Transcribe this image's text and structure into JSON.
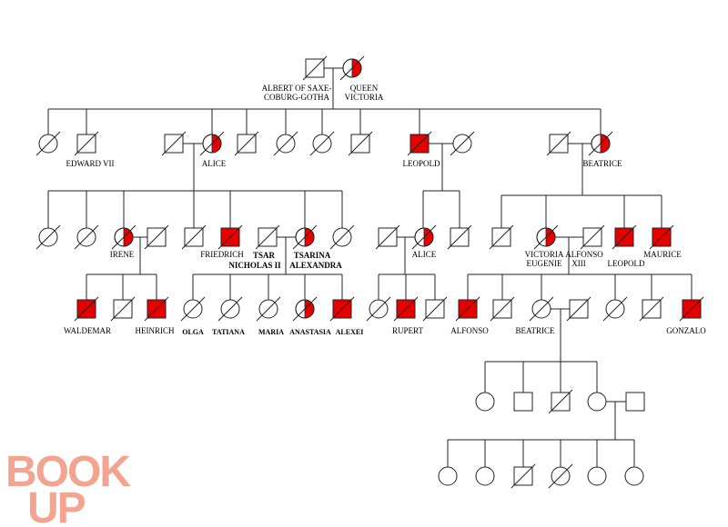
{
  "colors": {
    "affected": "#e60000",
    "line": "#222222",
    "logo": "#f3a08c"
  },
  "labels": {
    "albert": [
      "ALBERT OF SAXE-",
      "COBURG-GOTHA"
    ],
    "victoria": [
      "QUEEN",
      "VICTORIA"
    ],
    "edward": "EDWARD VII",
    "alice1": "ALICE",
    "leopold1": "LEOPOLD",
    "beatrice1": "BEATRICE",
    "irene": "IRENE",
    "friedrich": "FRIEDRICH",
    "tsar": [
      "TSAR",
      "NICHOLAS II"
    ],
    "tsarina": [
      "TSARINA",
      "ALEXANDRA"
    ],
    "alice2": "ALICE",
    "victoriaEugenie": [
      "VICTORIA",
      "EUGENIE"
    ],
    "alfonsoXIII": [
      "ALFONSO",
      "XIII"
    ],
    "leopold2": "LEOPOLD",
    "maurice": "MAURICE",
    "waldemar": "WALDEMAR",
    "heinrich": "HEINRICH",
    "olga": "OLGA",
    "tatiana": "TATIANA",
    "maria": "MARIA",
    "anastasia": "ANASTASIA",
    "alexei": "ALEXEI",
    "rupert": "RUPERT",
    "alfonso": "ALFONSO",
    "beatrice2": "BEATRICE",
    "gonzalo": "GONZALO"
  },
  "logo": {
    "line1": "BOOK",
    "line2": "UP"
  },
  "individuals": [
    {
      "id": "albert",
      "sex": "m",
      "status": "unaffected",
      "deceased": true
    },
    {
      "id": "victoria",
      "sex": "f",
      "status": "carrier",
      "deceased": true
    },
    {
      "id": "g2-1",
      "sex": "f",
      "status": "unaffected",
      "deceased": true
    },
    {
      "id": "edward",
      "sex": "m",
      "status": "unaffected",
      "deceased": true
    },
    {
      "id": "alice1-spouse",
      "sex": "m",
      "status": "unaffected",
      "deceased": true
    },
    {
      "id": "alice1",
      "sex": "f",
      "status": "carrier",
      "deceased": true
    },
    {
      "id": "g2-5",
      "sex": "m",
      "status": "unaffected",
      "deceased": true
    },
    {
      "id": "g2-6",
      "sex": "f",
      "status": "unaffected",
      "deceased": true
    },
    {
      "id": "g2-7",
      "sex": "f",
      "status": "unaffected",
      "deceased": true
    },
    {
      "id": "g2-8",
      "sex": "m",
      "status": "unaffected",
      "deceased": true
    },
    {
      "id": "leopold1",
      "sex": "m",
      "status": "affected",
      "deceased": true
    },
    {
      "id": "leopold1-spouse",
      "sex": "f",
      "status": "unaffected",
      "deceased": true
    },
    {
      "id": "beatrice1-spouse",
      "sex": "m",
      "status": "unaffected",
      "deceased": true
    },
    {
      "id": "beatrice1",
      "sex": "f",
      "status": "carrier",
      "deceased": true
    },
    {
      "id": "g3-1",
      "sex": "f",
      "status": "unaffected",
      "deceased": true
    },
    {
      "id": "g3-2",
      "sex": "f",
      "status": "unaffected",
      "deceased": true
    },
    {
      "id": "irene",
      "sex": "f",
      "status": "carrier",
      "deceased": true
    },
    {
      "id": "irene-spouse",
      "sex": "m",
      "status": "unaffected",
      "deceased": true
    },
    {
      "id": "g3-4",
      "sex": "m",
      "status": "unaffected",
      "deceased": true
    },
    {
      "id": "friedrich",
      "sex": "m",
      "status": "affected",
      "deceased": true
    },
    {
      "id": "tsar",
      "sex": "m",
      "status": "unaffected",
      "deceased": true
    },
    {
      "id": "tsarina",
      "sex": "f",
      "status": "carrier",
      "deceased": true
    },
    {
      "id": "g3-8",
      "sex": "f",
      "status": "unaffected",
      "deceased": true
    },
    {
      "id": "alice2-spouse",
      "sex": "m",
      "status": "unaffected",
      "deceased": true
    },
    {
      "id": "alice2",
      "sex": "f",
      "status": "carrier",
      "deceased": true
    },
    {
      "id": "g3-10",
      "sex": "m",
      "status": "unaffected",
      "deceased": true
    },
    {
      "id": "g3-11",
      "sex": "m",
      "status": "unaffected",
      "deceased": true
    },
    {
      "id": "victoria-eugenie",
      "sex": "f",
      "status": "carrier",
      "deceased": true
    },
    {
      "id": "alfonso-xiii",
      "sex": "m",
      "status": "unaffected",
      "deceased": true
    },
    {
      "id": "leopold2",
      "sex": "m",
      "status": "affected",
      "deceased": true
    },
    {
      "id": "maurice",
      "sex": "m",
      "status": "affected",
      "deceased": true
    },
    {
      "id": "waldemar",
      "sex": "m",
      "status": "affected",
      "deceased": true
    },
    {
      "id": "g4-2",
      "sex": "m",
      "status": "unaffected",
      "deceased": true
    },
    {
      "id": "heinrich",
      "sex": "m",
      "status": "affected",
      "deceased": true
    },
    {
      "id": "olga",
      "sex": "f",
      "status": "unaffected",
      "deceased": true
    },
    {
      "id": "tatiana",
      "sex": "f",
      "status": "unaffected",
      "deceased": true
    },
    {
      "id": "maria",
      "sex": "f",
      "status": "unaffected",
      "deceased": true
    },
    {
      "id": "anastasia",
      "sex": "f",
      "status": "carrier",
      "deceased": true
    },
    {
      "id": "alexei",
      "sex": "m",
      "status": "affected",
      "deceased": true
    },
    {
      "id": "g4-9",
      "sex": "f",
      "status": "unaffected",
      "deceased": true
    },
    {
      "id": "rupert",
      "sex": "m",
      "status": "affected",
      "deceased": true
    },
    {
      "id": "g4-11",
      "sex": "m",
      "status": "unaffected",
      "deceased": true
    },
    {
      "id": "alfonso",
      "sex": "m",
      "status": "affected",
      "deceased": true
    },
    {
      "id": "g4-13",
      "sex": "m",
      "status": "unaffected",
      "deceased": true
    },
    {
      "id": "beatrice2",
      "sex": "f",
      "status": "unaffected",
      "deceased": true
    },
    {
      "id": "beatrice2-spouse",
      "sex": "m",
      "status": "unaffected",
      "deceased": true
    },
    {
      "id": "g4-16",
      "sex": "f",
      "status": "unaffected",
      "deceased": true
    },
    {
      "id": "g4-17",
      "sex": "m",
      "status": "unaffected",
      "deceased": true
    },
    {
      "id": "gonzalo",
      "sex": "m",
      "status": "affected",
      "deceased": true
    },
    {
      "id": "g5-1",
      "sex": "f",
      "status": "unaffected",
      "deceased": false
    },
    {
      "id": "g5-2",
      "sex": "m",
      "status": "unaffected",
      "deceased": false
    },
    {
      "id": "g5-3",
      "sex": "m",
      "status": "unaffected",
      "deceased": true
    },
    {
      "id": "g5-4",
      "sex": "f",
      "status": "unaffected",
      "deceased": false
    },
    {
      "id": "g5-4-spouse",
      "sex": "m",
      "status": "unaffected",
      "deceased": false
    },
    {
      "id": "g6-1",
      "sex": "f",
      "status": "unaffected",
      "deceased": false
    },
    {
      "id": "g6-2",
      "sex": "f",
      "status": "unaffected",
      "deceased": false
    },
    {
      "id": "g6-3",
      "sex": "m",
      "status": "unaffected",
      "deceased": true
    },
    {
      "id": "g6-4",
      "sex": "f",
      "status": "unaffected",
      "deceased": true
    },
    {
      "id": "g6-5",
      "sex": "f",
      "status": "unaffected",
      "deceased": false
    },
    {
      "id": "g6-6",
      "sex": "f",
      "status": "unaffected",
      "deceased": false
    }
  ]
}
